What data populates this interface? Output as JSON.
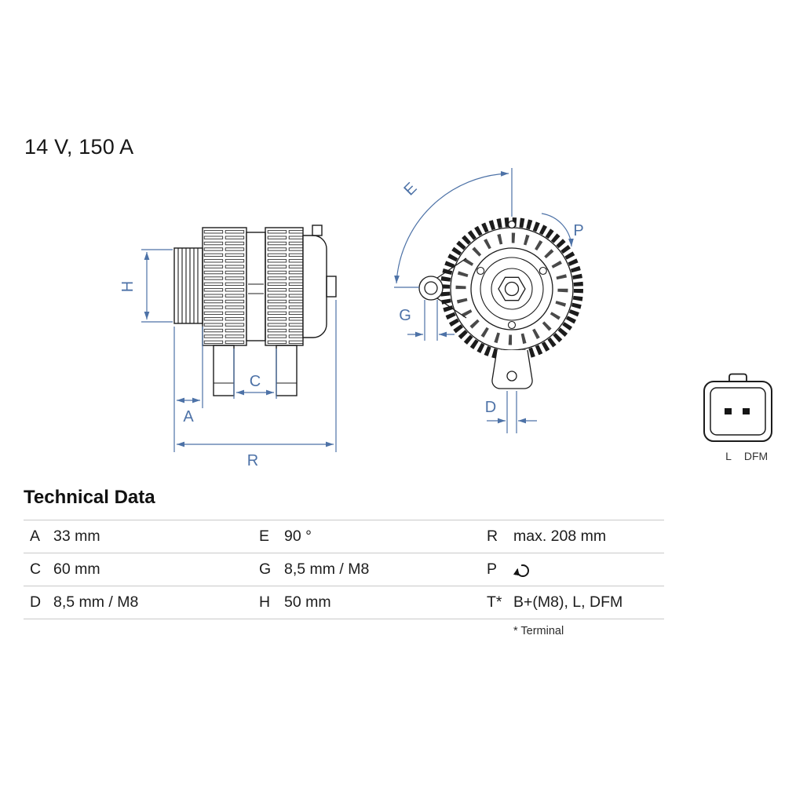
{
  "header": {
    "rating": "14 V, 150 A"
  },
  "drawing": {
    "accent_color": "#4d72a7",
    "line_color": "#1c1c1c",
    "side_view": {
      "labels": {
        "H": "H",
        "A": "A",
        "C": "C",
        "R": "R"
      }
    },
    "front_view": {
      "labels": {
        "E": "E",
        "P": "P",
        "G": "G",
        "D": "D"
      }
    },
    "connector": {
      "left": "L",
      "right": "DFM"
    }
  },
  "technical_data": {
    "title": "Technical Data",
    "rows": [
      {
        "c1": {
          "key": "A",
          "value": "33 mm"
        },
        "c2": {
          "key": "E",
          "value": "90 °"
        },
        "c3": {
          "key": "R",
          "value": "max. 208 mm"
        }
      },
      {
        "c1": {
          "key": "C",
          "value": "60 mm"
        },
        "c2": {
          "key": "G",
          "value": "8,5 mm / M8"
        },
        "c3": {
          "key": "P",
          "value": "",
          "icon": "rotation-icon"
        }
      },
      {
        "c1": {
          "key": "D",
          "value": "8,5 mm / M8"
        },
        "c2": {
          "key": "H",
          "value": "50 mm"
        },
        "c3": {
          "key": "T*",
          "value": "B+(M8), L, DFM"
        }
      }
    ],
    "footnote": "* Terminal"
  }
}
